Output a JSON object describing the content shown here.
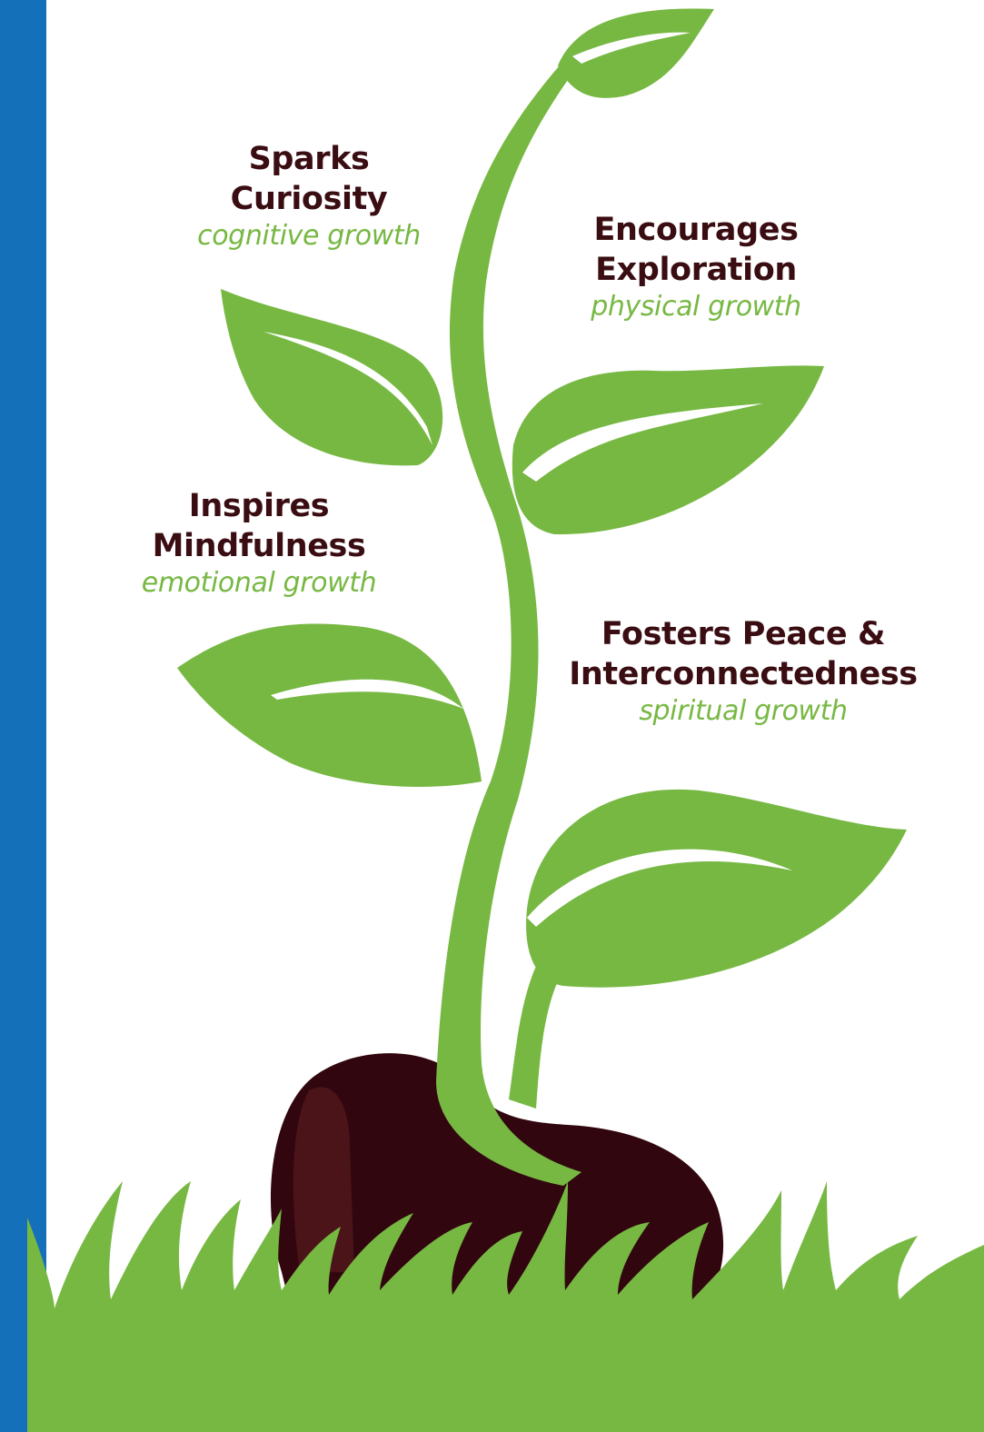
{
  "colors": {
    "background": "#ffffff",
    "sidebar_blue": "#1470b8",
    "leaf_green": "#77b843",
    "seed_brown": "#31060f",
    "seed_highlight": "#4a1418",
    "title_text": "#3a0d12",
    "subtitle_text": "#77b843"
  },
  "labels": [
    {
      "id": "cognitive",
      "title": "Sparks\nCuriosity",
      "subtitle": "cognitive growth"
    },
    {
      "id": "physical",
      "title": "Encourages\nExploration",
      "subtitle": "physical growth"
    },
    {
      "id": "emotional",
      "title": "Inspires\nMindfulness",
      "subtitle": "emotional growth"
    },
    {
      "id": "spiritual",
      "title": "Fosters Peace &\nInterconnectedness",
      "subtitle": "spiritual growth"
    }
  ]
}
